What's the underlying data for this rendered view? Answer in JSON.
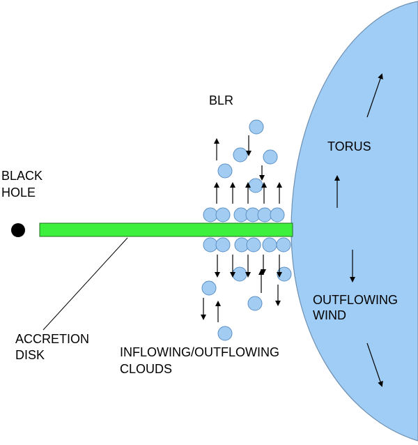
{
  "labels": {
    "blr": "BLR",
    "black_hole_line1": "BLACK",
    "black_hole_line2": "HOLE",
    "torus": "TORUS",
    "outflowing_wind_line1": "OUTFLOWING",
    "outflowing_wind_line2": "WIND",
    "accretion_disk_line1": "ACCRETION",
    "accretion_disk_line2": "DISK",
    "clouds_line1": "INFLOWING/OUTFLOWING",
    "clouds_line2": "CLOUDS"
  },
  "colors": {
    "torus_fill": "#a0cdf5",
    "torus_stroke": "#6d8fb0",
    "cloud_fill": "#a3ccf2",
    "disk_fill": "#3ef03e",
    "disk_stroke": "#1f6e1f",
    "black_hole": "#000000",
    "leader_line": "#000000"
  }
}
